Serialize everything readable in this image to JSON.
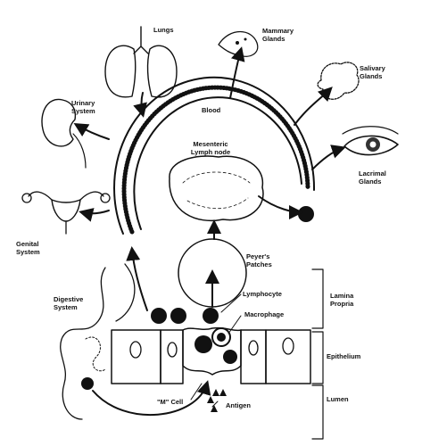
{
  "labels": {
    "lungs": "Lungs",
    "mammary": "Mammary\nGlands",
    "salivary": "Salivary\nGlands",
    "urinary": "Urinary\nSystem",
    "blood": "Blood",
    "mesenteric": "Mesenteric\nLymph node",
    "lacrimal": "Lacrimal\nGlands",
    "genital": "Genital\nSystem",
    "peyers": "Peyer's\nPatches",
    "digestive": "Digestive\nSystem",
    "lymphocyte": "Lymphocyte",
    "macrophage": "Macrophage",
    "lamina": "Lamina\nPropria",
    "epithelium": "Epithelium",
    "m_cell": "\"M\" Cell",
    "antigen": "Antigen",
    "lumen": "Lumen"
  }
}
